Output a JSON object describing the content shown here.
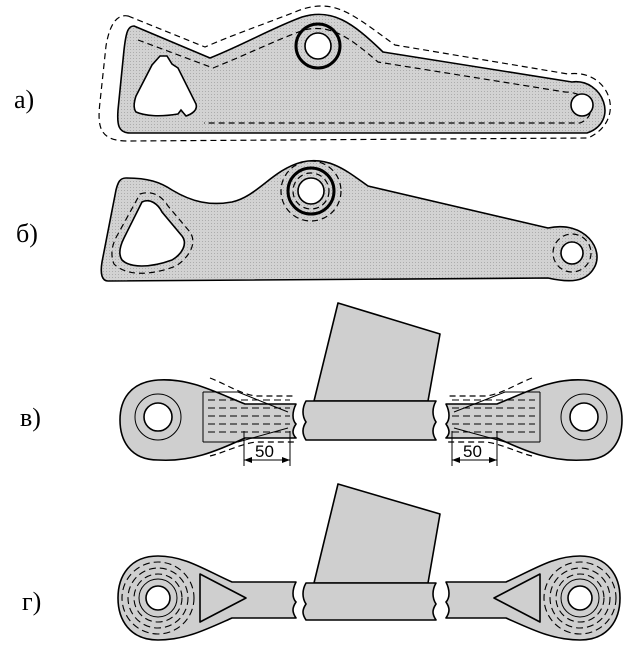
{
  "labels": {
    "a": "а)",
    "b": "б)",
    "v": "в)",
    "g": "г)"
  },
  "dimensions": {
    "left_width": "50",
    "right_width": "50"
  }
}
